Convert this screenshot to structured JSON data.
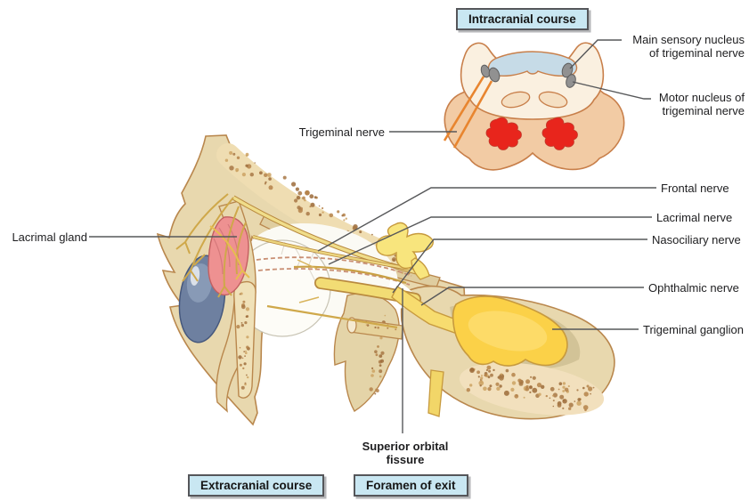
{
  "stage_tags": {
    "intracranial": "Intracranial course",
    "extracranial": "Extracranial course",
    "foramen": "Foramen of exit"
  },
  "callouts": {
    "main_sensory": {
      "line1": "Main sensory nucleus",
      "line2": "of trigeminal nerve"
    },
    "motor": {
      "line1": "Motor nucleus of",
      "line2": "trigeminal nerve"
    },
    "trigeminal_nerve": "Trigeminal nerve",
    "lacrimal_gland": "Lacrimal gland",
    "frontal_nerve": "Frontal nerve",
    "lacrimal_nerve": "Lacrimal nerve",
    "nasociliary_nerve": "Nasociliary nerve",
    "ophthalmic_nerve": "Ophthalmic nerve",
    "trigeminal_ganglion": "Trigeminal ganglion",
    "superior_orbital_fissure": {
      "line1": "Superior orbital",
      "line2": "fissure"
    }
  },
  "colors": {
    "tag_box_fill": "#c9e7f2",
    "tag_box_border": "#55565a",
    "leader_gray": "#57585a",
    "bone": "#e8d8ae",
    "bone_outline": "#b9874d",
    "pons": "#f2cba4",
    "tegmentum": "#faf0e0",
    "ventricle_blue": "#c6dbe7",
    "nucleus_gray": "#919191",
    "red_nucleus": "#e8251c",
    "orange_nerve": "#e8852f",
    "nerve_yellow": "#f2dc74",
    "ganglion_yellow": "#fbd148",
    "gland_pink": "#ee9191",
    "lens_blue": "#6e80a0",
    "eyeball_white": "#fdfcf7"
  }
}
